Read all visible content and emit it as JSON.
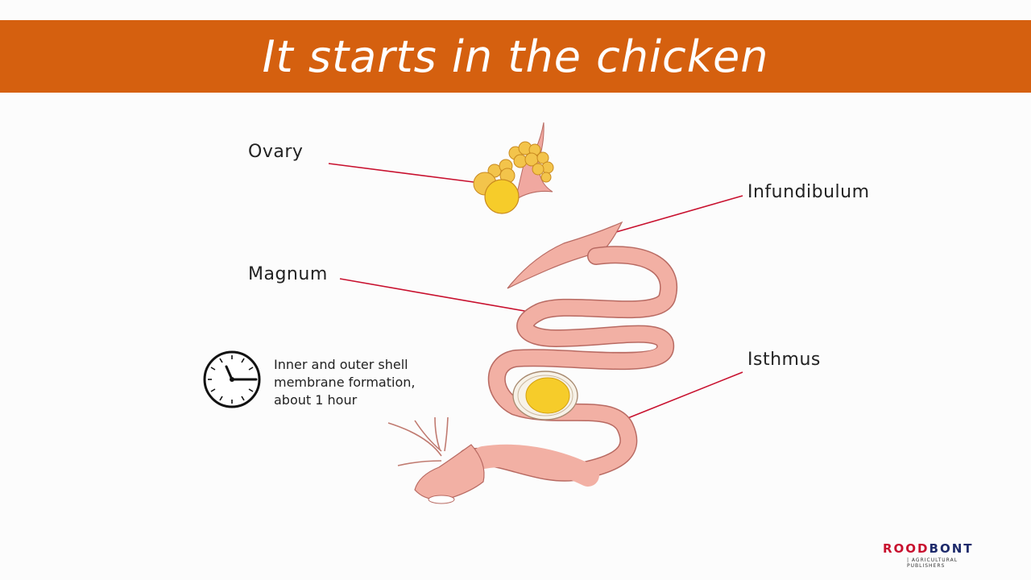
{
  "title": "It starts in the chicken",
  "labels": {
    "ovary": "Ovary",
    "infundibulum": "Infundibulum",
    "magnum": "Magnum",
    "isthmus": "Isthmus"
  },
  "note": {
    "line1": "Inner and outer shell",
    "line2": "membrane formation,",
    "line3": "about 1 hour"
  },
  "logo": {
    "part1": "ROOD",
    "part2": "BONT",
    "tagline": "| AGRICULTURAL PUBLISHERS"
  },
  "colors": {
    "title_bar": "#d5600f",
    "pointer_line": "#c8102e",
    "oviduct": "#f2b0a4",
    "yolk": "#f5c518"
  },
  "icons": [
    "clock-icon"
  ]
}
